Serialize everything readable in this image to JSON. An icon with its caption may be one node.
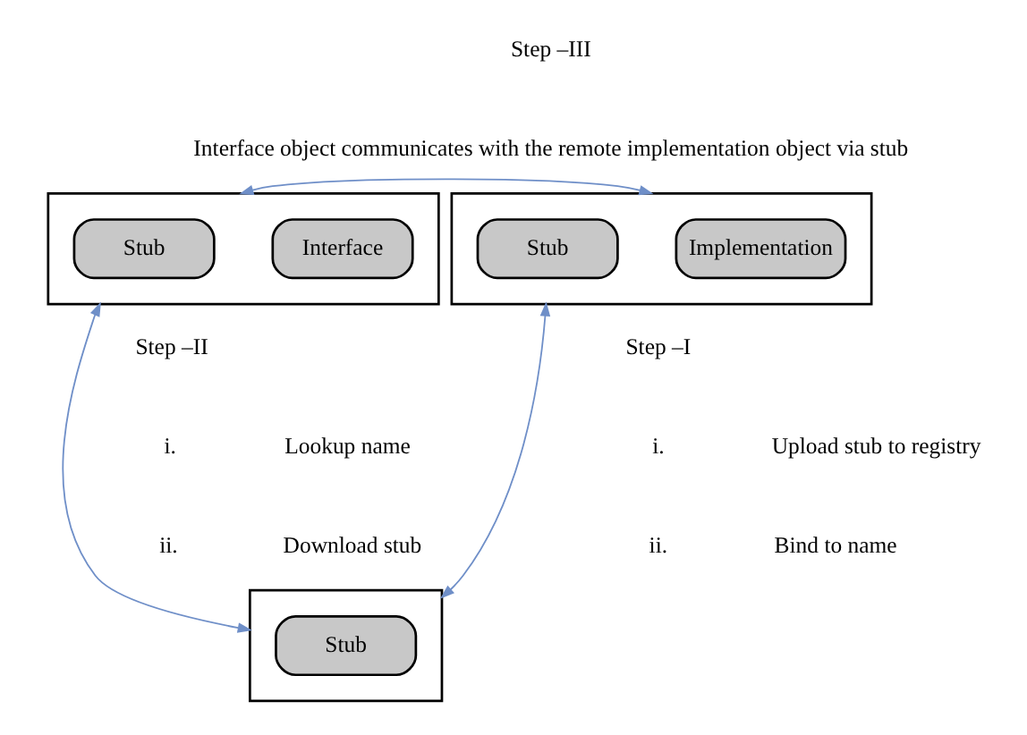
{
  "diagram": {
    "nodes": [
      {
        "text": [],
        "shape": "box"
      },
      {
        "text": [
          "Interface"
        ],
        "in": 0
      },
      {
        "text": [
          "Stub"
        ],
        "in": 0
      },
      {
        "text": [],
        "shape": "box"
      },
      {
        "text": [
          "Implementation"
        ],
        "in": 3
      },
      {
        "text": [
          "Stub"
        ],
        "in": 3
      },
      {
        "text": [],
        "shape": "box"
      },
      {
        "text": [
          "Stub"
        ],
        "in": 6
      }
    ],
    "edges": [
      {
        "from": 0,
        "to": 3,
        "arrow": "both"
      },
      {
        "from": 0,
        "to": 6,
        "arrow": "both"
      },
      {
        "from": 3,
        "to": 6,
        "arrow": "both"
      }
    ],
    "labels": [
      "Step –III",
      "Interface object communicates with the remote implementation object via stub",
      "Step –II",
      "i.",
      "Lookup name",
      "ii.",
      "Download stub",
      "Step –I",
      "i.",
      "Upload stub to registry",
      "ii.",
      "Bind to name"
    ]
  }
}
